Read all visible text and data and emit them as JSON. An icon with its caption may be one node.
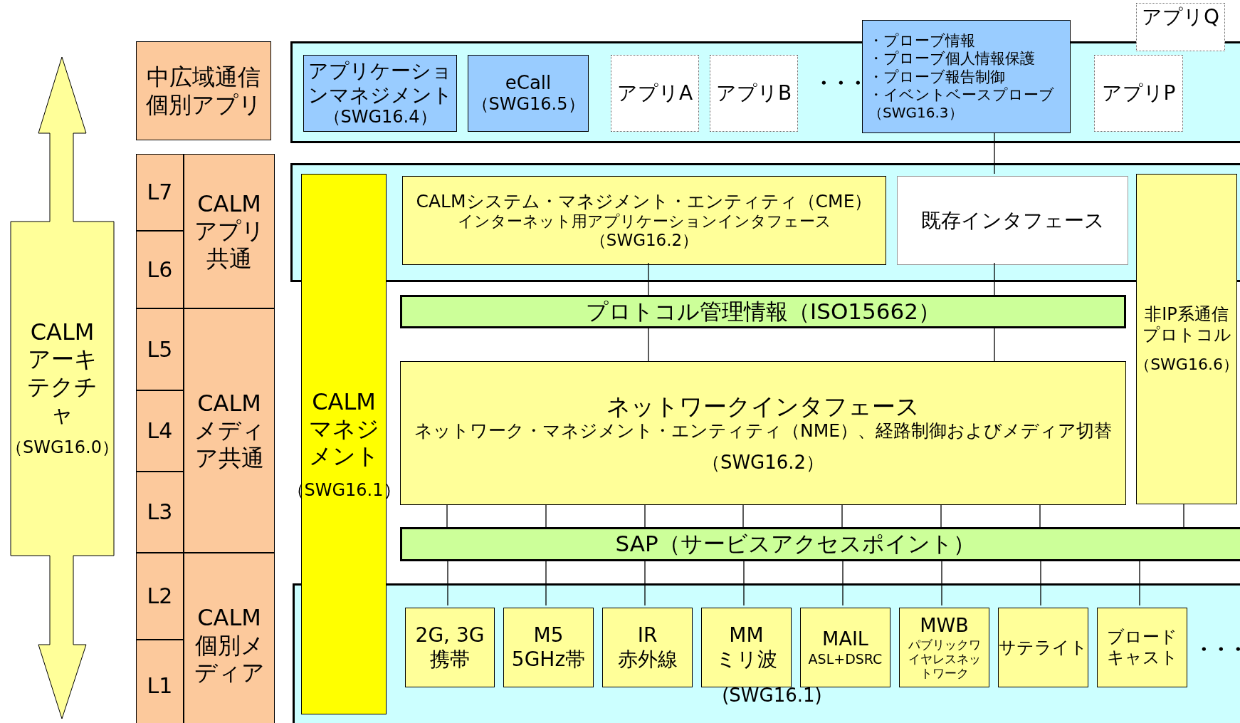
{
  "diagram": {
    "nodes": [
      {
        "text": [
          "CALM アーキテクチャ",
          "（SWG16.0）"
        ]
      },
      {
        "text": [
          "中広域通信個別アプリ"
        ]
      },
      {
        "text": [
          "L7"
        ]
      },
      {
        "text": [
          "CALM アプリ共通"
        ]
      },
      {
        "text": [
          "L6"
        ]
      },
      {
        "text": [
          "L5"
        ]
      },
      {
        "text": [
          "CALM メディア共通"
        ]
      },
      {
        "text": [
          "L4"
        ]
      },
      {
        "text": [
          "L3"
        ]
      },
      {
        "text": [
          "L2"
        ]
      },
      {
        "text": [
          "CALM 個別メディア"
        ]
      },
      {
        "text": [
          "L1"
        ]
      },
      {
        "text": [],
        "shape": "box"
      },
      {
        "text": [
          "アプリケーションマネジメント",
          "（SWG16.4）"
        ],
        "in": 12
      },
      {
        "text": [
          "eCall",
          "（SWG16.5）"
        ],
        "in": 12
      },
      {
        "text": [
          "アプリA"
        ],
        "in": 12
      },
      {
        "text": [
          "アプリB"
        ],
        "in": 12
      },
      {
        "text": [
          "・プローブ情報",
          "・プローブ個人情報保護",
          "・プローブ報告制御",
          "・イベントベースプローブ",
          "（SWG16.3）"
        ]
      },
      {
        "text": [
          "アプリQ"
        ]
      },
      {
        "text": [
          "アプリP"
        ],
        "in": 12
      },
      {
        "text": [],
        "shape": "box"
      },
      {
        "text": [
          "CALMマネジメント",
          "（SWG16.1）"
        ]
      },
      {
        "text": [
          "CALMシステム・マネジメント・エンティティ（CME）",
          "インターネット用アプリケーションインタフェース",
          "（SWG16.2）"
        ],
        "in": 20
      },
      {
        "text": [
          "既存インタフェース"
        ],
        "in": 20
      },
      {
        "text": [
          "非IP系通信プロトコル",
          "（SWG16.6）"
        ]
      },
      {
        "text": [
          "プロトコル管理情報（ISO15662）"
        ]
      },
      {
        "text": [
          "ネットワークインタフェース",
          "ネットワーク・マネジメント・エンティティ（NME）、経路制御およびメディア切替",
          "（SWG16.2）"
        ]
      },
      {
        "text": [
          "SAP（サービスアクセスポイント）"
        ]
      },
      {
        "text": [
          "(SWG16.1)"
        ]
      },
      {
        "text": [
          "2G, 3G 携帯"
        ],
        "in": 28
      },
      {
        "text": [
          "M5 5GHz帯"
        ],
        "in": 28
      },
      {
        "text": [
          "IR 赤外線"
        ],
        "in": 28
      },
      {
        "text": [
          "MM ミリ波"
        ],
        "in": 28
      },
      {
        "text": [
          "MAIL",
          "ASL+DSRC"
        ],
        "in": 28
      },
      {
        "text": [
          "MWB",
          "パブリックワイヤレスネットワーク"
        ],
        "in": 28
      },
      {
        "text": [
          "サテライト"
        ],
        "in": 28
      },
      {
        "text": [
          "ブロードキャスト"
        ],
        "in": 28
      }
    ],
    "edges": [
      {
        "from": 17,
        "to": 23,
        "arrow": "none"
      },
      {
        "from": 23,
        "to": 25,
        "arrow": "none"
      },
      {
        "from": 25,
        "to": 26,
        "arrow": "none"
      },
      {
        "from": 22,
        "to": 25,
        "arrow": "none"
      },
      {
        "from": 25,
        "to": 26,
        "arrow": "none"
      },
      {
        "from": 26,
        "to": 27,
        "arrow": "none"
      },
      {
        "from": 26,
        "to": 27,
        "arrow": "none"
      },
      {
        "from": 26,
        "to": 27,
        "arrow": "none"
      },
      {
        "from": 26,
        "to": 27,
        "arrow": "none"
      },
      {
        "from": 26,
        "to": 27,
        "arrow": "none"
      },
      {
        "from": 26,
        "to": 27,
        "arrow": "none"
      },
      {
        "from": 26,
        "to": 27,
        "arrow": "none"
      },
      {
        "from": 24,
        "to": 27,
        "arrow": "none"
      },
      {
        "from": 27,
        "to": 29,
        "arrow": "none"
      },
      {
        "from": 27,
        "to": 30,
        "arrow": "none"
      },
      {
        "from": 27,
        "to": 31,
        "arrow": "none"
      },
      {
        "from": 27,
        "to": 32,
        "arrow": "none"
      },
      {
        "from": 27,
        "to": 33,
        "arrow": "none"
      },
      {
        "from": 27,
        "to": 34,
        "arrow": "none"
      },
      {
        "from": 27,
        "to": 35,
        "arrow": "none"
      },
      {
        "from": 27,
        "to": 36,
        "arrow": "none"
      }
    ],
    "labels": [
      "・・・",
      "・・・"
    ]
  }
}
